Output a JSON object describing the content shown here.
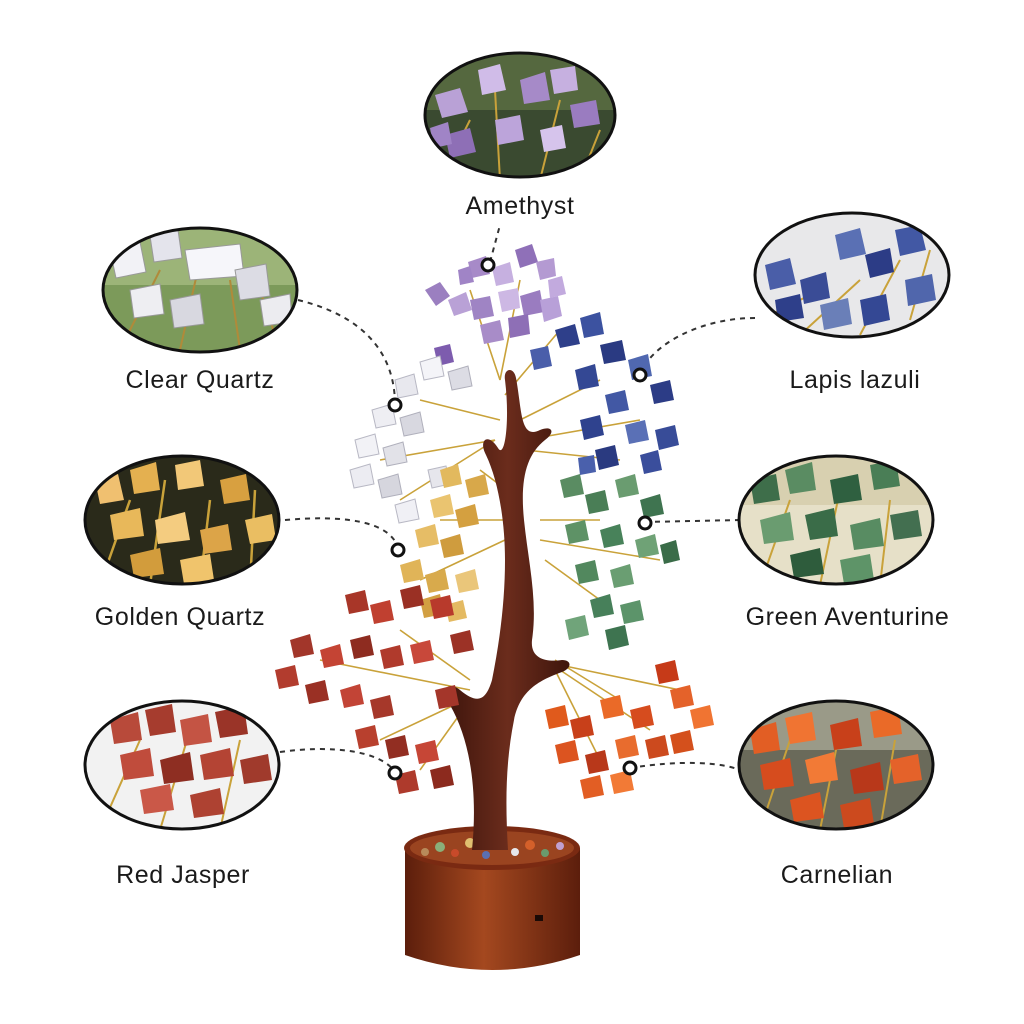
{
  "labels": {
    "amethyst": "Amethyst",
    "clear_quartz": "Clear Quartz",
    "lapis_lazuli": "Lapis lazuli",
    "golden_quartz": "Golden Quartz",
    "green_aventurine": "Green Aventurine",
    "red_jasper": "Red Jasper",
    "carnelian": "Carnelian"
  },
  "colors": {
    "amethyst": "#a98cc4",
    "clear_quartz": "#e4e4ea",
    "lapis_lazuli": "#3a4f9a",
    "golden_quartz": "#e0b45a",
    "green_aventurine": "#4f8a5c",
    "red_jasper": "#a8372a",
    "carnelian": "#e4561f",
    "trunk": "#5a2418",
    "base": "#8a3216",
    "wire": "#c9a23a"
  }
}
